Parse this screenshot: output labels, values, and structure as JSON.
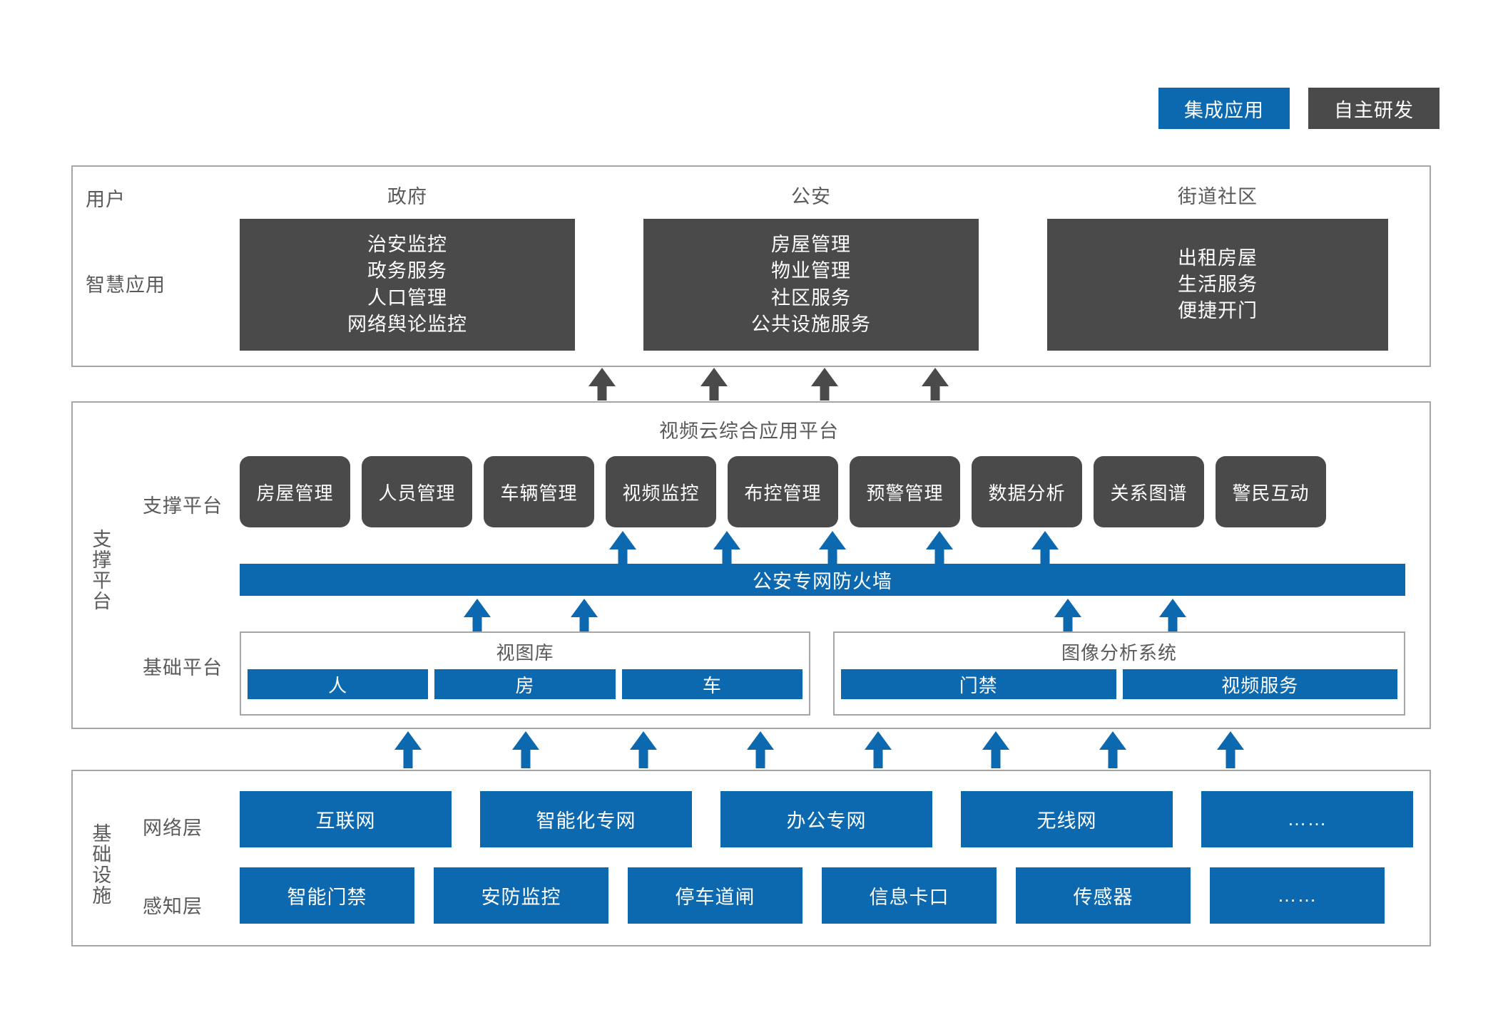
{
  "legend": {
    "items": [
      {
        "label": "集成应用",
        "color": "#0c69b0"
      },
      {
        "label": "自主研发",
        "color": "#4a4a4a"
      }
    ]
  },
  "applications": {
    "row_labels": {
      "user": "用户",
      "smart": "智慧应用"
    },
    "columns": [
      {
        "title": "政府",
        "items": [
          "治安监控",
          "政务服务",
          "人口管理",
          "网络舆论监控"
        ]
      },
      {
        "title": "公安",
        "items": [
          "房屋管理",
          "物业管理",
          "社区服务",
          "公共设施服务"
        ]
      },
      {
        "title": "街道社区",
        "items": [
          "出租房屋",
          "生活服务",
          "便捷开门"
        ]
      }
    ]
  },
  "platform": {
    "title": "视频云综合应用平台",
    "side_label": "支撑平台",
    "support_row_label": "支撑平台",
    "base_row_label": "基础平台",
    "support_items": [
      "房屋管理",
      "人员管理",
      "车辆管理",
      "视频监控",
      "布控管理",
      "预警管理",
      "数据分析",
      "关系图谱",
      "警民互动"
    ],
    "firewall": "公安专网防火墙",
    "base_groups": [
      {
        "title": "视图库",
        "chips": [
          "人",
          "房",
          "车"
        ]
      },
      {
        "title": "图像分析系统",
        "chips": [
          "门禁",
          "视频服务"
        ]
      }
    ]
  },
  "infrastructure": {
    "side_label": "基础设施",
    "network_row_label": "网络层",
    "sensing_row_label": "感知层",
    "network_items": [
      "互联网",
      "智能化专网",
      "办公专网",
      "无线网",
      "……"
    ],
    "sensing_items": [
      "智能门禁",
      "安防监控",
      "停车道闸",
      "信息卡口",
      "传感器",
      "……"
    ]
  },
  "colors": {
    "blue": "#0c69b0",
    "gray": "#4a4a4a",
    "border": "#a6a6a6",
    "text": "#5a5a5a"
  }
}
